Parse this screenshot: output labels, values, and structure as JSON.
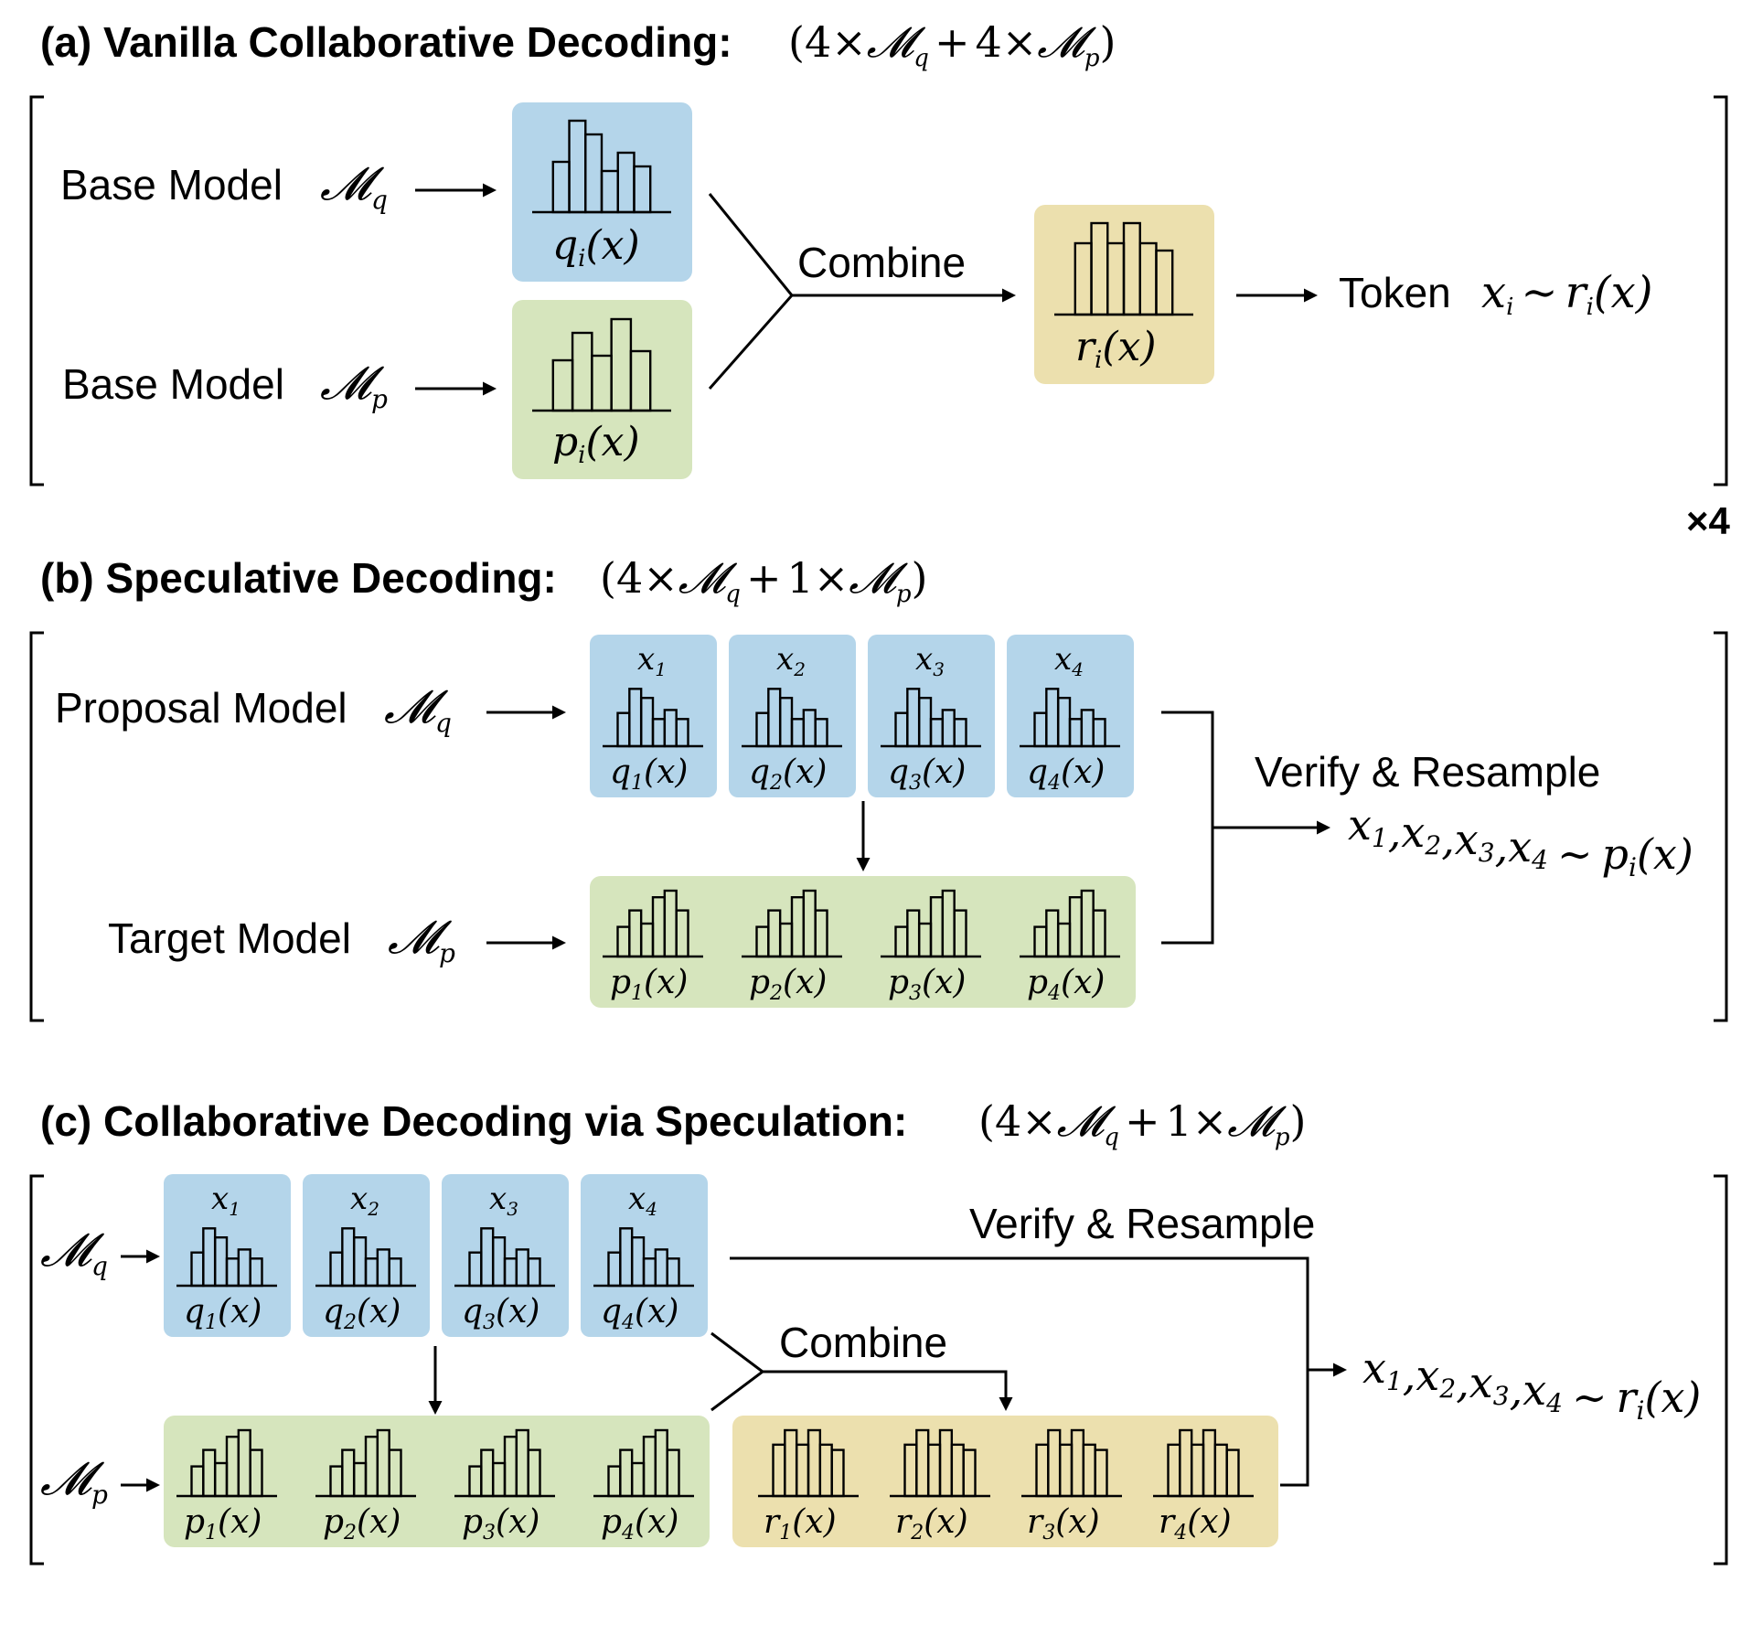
{
  "colors": {
    "blue": "#b4d5ea",
    "green": "#d6e5bd",
    "yellow": "#ece0ae",
    "ink": "#000000"
  },
  "panel_a": {
    "title": "(a) Vanilla Collaborative Decoding:",
    "formula": "(4×𝓜q + 4×𝓜p)",
    "formula_parts": [
      "(4",
      "×",
      "𝓜",
      "q",
      "+",
      "4",
      "×",
      "𝓜",
      "p",
      ")"
    ],
    "base_model_label": "Base Model",
    "model_q": "𝓜",
    "model_q_sub": "q",
    "model_p": "𝓜",
    "model_p_sub": "p",
    "dist_q": "q",
    "dist_q_sub": "i",
    "dist_p": "p",
    "dist_p_sub": "i",
    "dist_r": "r",
    "dist_r_sub": "i",
    "dist_arg": "(x)",
    "combine_label": "Combine",
    "token_label": "Token",
    "token_var": "x",
    "token_sub": "i",
    "tilde": "∼",
    "repeat_label": "×4"
  },
  "panel_b": {
    "title": "(b) Speculative Decoding:",
    "formula_parts": [
      "(4",
      "×",
      "𝓜",
      "q",
      "+",
      "1",
      "×",
      "𝓜",
      "p",
      ")"
    ],
    "proposal_label": "Proposal Model",
    "target_label": "Target Model",
    "model_q": "𝓜",
    "model_q_sub": "q",
    "model_p": "𝓜",
    "model_p_sub": "p",
    "tokens": [
      "x",
      "x",
      "x",
      "x"
    ],
    "token_subs": [
      "1",
      "2",
      "3",
      "4"
    ],
    "q_dists": [
      "q",
      "q",
      "q",
      "q"
    ],
    "p_dists": [
      "p",
      "p",
      "p",
      "p"
    ],
    "dist_arg": "(x)",
    "verify_label": "Verify & Resample",
    "output_vars": "x1, x2, x3, x4",
    "output_tilde": "∼",
    "output_dist": "p",
    "output_dist_sub": "i",
    "output_arg": "(x)"
  },
  "panel_c": {
    "title": "(c) Collaborative Decoding via Speculation:",
    "formula_parts": [
      "(4",
      "×",
      "𝓜",
      "q",
      "+",
      "1",
      "×",
      "𝓜",
      "p",
      ")"
    ],
    "model_q": "𝓜",
    "model_q_sub": "q",
    "model_p": "𝓜",
    "model_p_sub": "p",
    "tokens": [
      "x",
      "x",
      "x",
      "x"
    ],
    "token_subs": [
      "1",
      "2",
      "3",
      "4"
    ],
    "q_dists": [
      "q",
      "q",
      "q",
      "q"
    ],
    "p_dists": [
      "p",
      "p",
      "p",
      "p"
    ],
    "r_dists": [
      "r",
      "r",
      "r",
      "r"
    ],
    "dist_arg": "(x)",
    "verify_label": "Verify & Resample",
    "combine_label": "Combine",
    "output_tilde": "∼",
    "output_dist": "r",
    "output_dist_sub": "i",
    "output_arg": "(x)"
  }
}
